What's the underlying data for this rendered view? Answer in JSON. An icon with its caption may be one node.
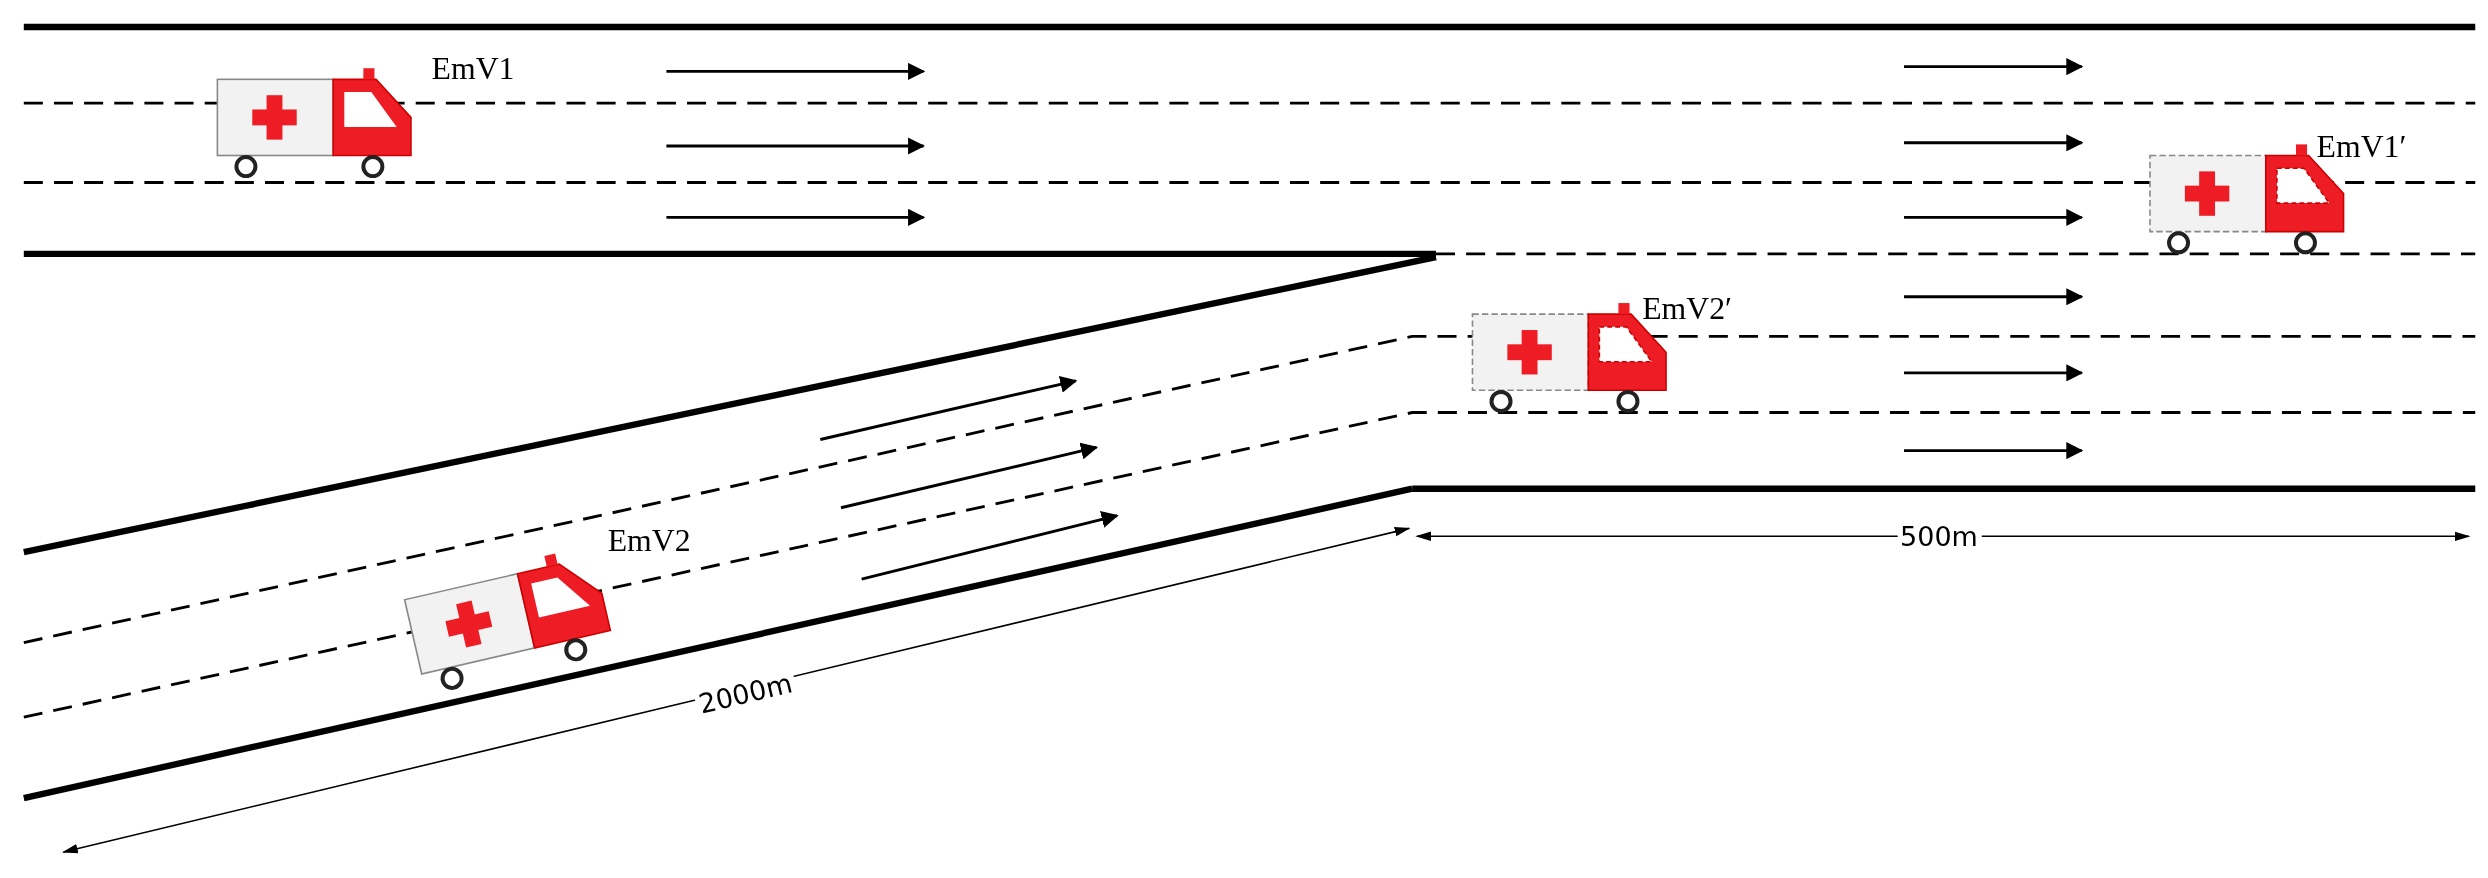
{
  "diagram": {
    "labels": [
      "EmV1",
      "EmV1′",
      "EmV2′",
      "EmV2",
      "500m",
      "2000m"
    ]
  }
}
